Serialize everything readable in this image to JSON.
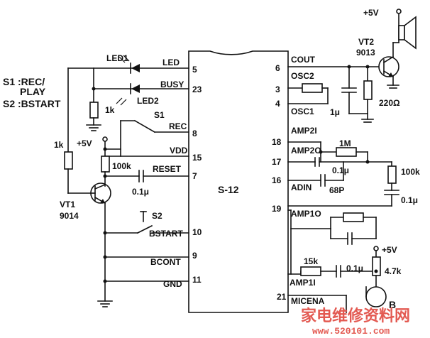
{
  "chip": {
    "name": "S-12",
    "left_pins": [
      {
        "num": "5",
        "label": "LED"
      },
      {
        "num": "23",
        "label": "BUSY"
      },
      {
        "num": "8",
        "label": "REC"
      },
      {
        "num": "15",
        "label": "VDD"
      },
      {
        "num": "7",
        "label": "RESET"
      },
      {
        "num": "10",
        "label": "BSTART"
      },
      {
        "num": "9",
        "label": "BCONT"
      },
      {
        "num": "11",
        "label": "GND"
      }
    ],
    "right_pins": [
      {
        "num": "6",
        "label": "COUT"
      },
      {
        "num": "3",
        "label": "OSC2"
      },
      {
        "num": "4",
        "label": "OSC1"
      },
      {
        "num": "18",
        "label": "AMP2I"
      },
      {
        "num": "17",
        "label": "AMP2O"
      },
      {
        "num": "16",
        "label": "ADIN"
      },
      {
        "num": "19",
        "label": "AMP1O"
      },
      {
        "num": "",
        "label": "AMP1I"
      },
      {
        "num": "21",
        "label": "MICENA"
      }
    ]
  },
  "legend": {
    "s1": "S1 :REC/",
    "s1b": "PLAY",
    "s2": "S2 :BSTART"
  },
  "components": {
    "led1": "LED1",
    "led2": "LED2",
    "r_led": "1k",
    "s1": "S1",
    "vdd_supply": "+5V",
    "r_base": "1k",
    "r_reset": "100k",
    "c_reset": "0.1μ",
    "vt1": "VT1",
    "vt1_type": "9014",
    "s2": "S2",
    "vt2": "VT2",
    "vt2_type": "9013",
    "spk_supply": "+5V",
    "r_cout": "220Ω",
    "c_osc": "1μ",
    "r_feedback": "1M",
    "c_amp2": "0.1μ",
    "c_adin": "68P",
    "r_adin": "100k",
    "c_adin2": "0.1μ",
    "mic_supply": "+5V",
    "r_mic_in": "15k",
    "c_mic": "0.1μ",
    "r_mic_bias": "4.7k",
    "mic": "B"
  },
  "watermark": {
    "text": "家电维修资料网",
    "url": "www.520101.com"
  }
}
